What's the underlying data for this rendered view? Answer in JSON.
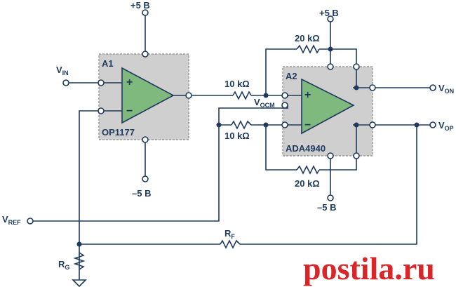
{
  "amplifiers": {
    "a1": {
      "designator": "A1",
      "part": "OP1177"
    },
    "a2": {
      "designator": "A2",
      "part": "ADA4940"
    }
  },
  "supplies": {
    "a1_pos": "+5 B",
    "a1_neg": "–5 B",
    "a2_pos": "+5 B",
    "a2_neg": "–5 B"
  },
  "resistors": {
    "r_in_top": "10 kΩ",
    "r_in_bottom": "10 kΩ",
    "r_fb_top": "20 kΩ",
    "r_fb_bottom": "20 kΩ",
    "rf": {
      "main": "R",
      "sub": "F"
    },
    "rg": {
      "main": "R",
      "sub": "G"
    }
  },
  "nets": {
    "vin": {
      "main": "V",
      "sub": "IN"
    },
    "vref": {
      "main": "V",
      "sub": "REF"
    },
    "vocm": {
      "main": "V",
      "sub": "OCM"
    },
    "von": {
      "main": "V",
      "sub": "ON"
    },
    "vop": {
      "main": "V",
      "sub": "OP"
    }
  },
  "pin_signs": {
    "plus": "+",
    "minus": "−"
  },
  "watermark": "postila.ru",
  "colors": {
    "wire": "#1f3a5c",
    "amp_fill": "#7fb97e",
    "box_fill": "#cfcfcf",
    "watermark": "#d9262b"
  }
}
